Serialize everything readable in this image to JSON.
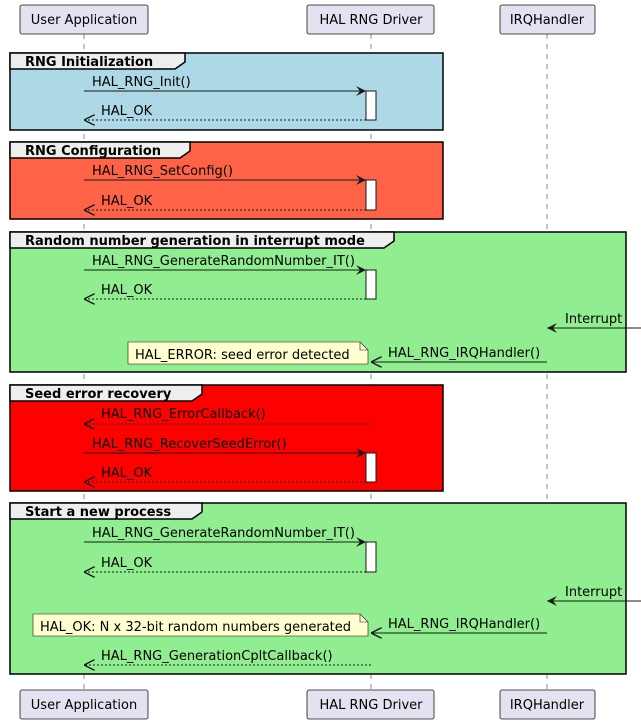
{
  "participants": {
    "user_app": "User Application",
    "rng_driver": "HAL RNG Driver",
    "irq": "IRQHandler"
  },
  "groups": [
    {
      "title": "RNG Initialization",
      "color": "#add8e6",
      "messages": [
        "HAL_RNG_Init()",
        "HAL_OK"
      ]
    },
    {
      "title": "RNG Configuration",
      "color": "#ff6347",
      "messages": [
        "HAL_RNG_SetConfig()",
        "HAL_OK"
      ]
    },
    {
      "title": "Random number generation in interrupt mode",
      "color": "#90ee90",
      "messages": [
        "HAL_RNG_GenerateRandomNumber_IT()",
        "HAL_OK",
        "Interrupt",
        "HAL_RNG_IRQHandler()"
      ],
      "note": "HAL_ERROR: seed error detected"
    },
    {
      "title": "Seed error recovery",
      "color": "#ff0000",
      "messages": [
        "HAL_RNG_ErrorCallback()",
        "HAL_RNG_RecoverSeedError()",
        "HAL_OK"
      ]
    },
    {
      "title": "Start a new process",
      "color": "#90ee90",
      "messages": [
        "HAL_RNG_GenerateRandomNumber_IT()",
        "HAL_OK",
        "Interrupt",
        "HAL_RNG_IRQHandler()",
        "HAL_RNG_GenerationCpltCallback()"
      ],
      "note": "HAL_OK: N x 32-bit random numbers generated"
    }
  ]
}
